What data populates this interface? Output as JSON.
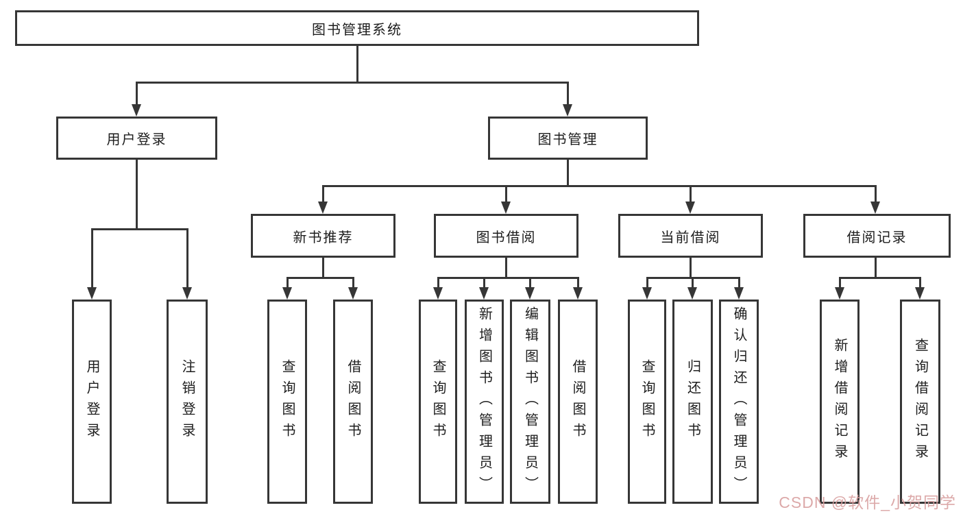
{
  "diagram": {
    "type": "hierarchy-tree",
    "colors": {
      "line": "#363636",
      "box_background": "#ffffff",
      "text": "#1d1d1d",
      "watermark": "#d9a0a0"
    },
    "watermark": {
      "text": "CSDN @软件_小贺同学"
    },
    "nodes": {
      "root": {
        "label": "图书管理系统"
      },
      "user_login": {
        "label": "用户登录",
        "parent": "root"
      },
      "book_mgmt": {
        "label": "图书管理",
        "parent": "root"
      },
      "new_book_rec": {
        "label": "新书推荐",
        "parent": "book_mgmt"
      },
      "book_borrow": {
        "label": "图书借阅",
        "parent": "book_mgmt"
      },
      "current_borrow": {
        "label": "当前借阅",
        "parent": "book_mgmt"
      },
      "borrow_records": {
        "label": "借阅记录",
        "parent": "book_mgmt"
      },
      "leaf_user_login": {
        "label": "用户登录",
        "parent": "user_login"
      },
      "leaf_logout": {
        "label": "注销登录",
        "parent": "user_login"
      },
      "leaf_nb_query": {
        "label": "查询图书",
        "parent": "new_book_rec"
      },
      "leaf_nb_borrow": {
        "label": "借阅图书",
        "parent": "new_book_rec"
      },
      "leaf_bb_query": {
        "label": "查询图书",
        "parent": "book_borrow"
      },
      "leaf_bb_add": {
        "label": "新增图书（管理员）",
        "parent": "book_borrow"
      },
      "leaf_bb_edit": {
        "label": "编辑图书（管理员）",
        "parent": "book_borrow"
      },
      "leaf_bb_borrow": {
        "label": "借阅图书",
        "parent": "book_borrow"
      },
      "leaf_cb_query": {
        "label": "查询图书",
        "parent": "current_borrow"
      },
      "leaf_cb_return": {
        "label": "归还图书",
        "parent": "current_borrow"
      },
      "leaf_cb_confirm": {
        "label": "确认归还（管理员）",
        "parent": "current_borrow"
      },
      "leaf_br_add": {
        "label": "新增借阅记录",
        "parent": "borrow_records"
      },
      "leaf_br_query": {
        "label": "查询借阅记录",
        "parent": "borrow_records"
      }
    }
  }
}
